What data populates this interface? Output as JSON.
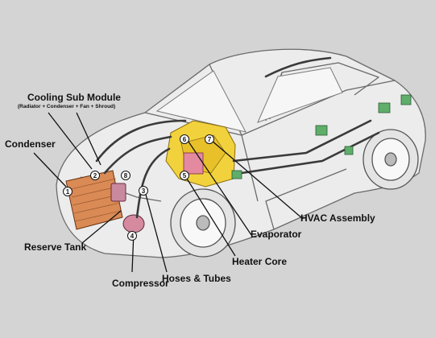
{
  "diagram": {
    "labels": {
      "cooling_sub_module": "Cooling Sub Module",
      "cooling_sub_module_detail": "(Radiator + Condenser + Fan + Shroud)",
      "condenser": "Condenser",
      "reserve_tank": "Reserve Tank",
      "compressor": "Compressor",
      "hoses_tubes": "Hoses & Tubes",
      "heater_core": "Heater Core",
      "evaporator": "Evaporator",
      "hvac_assembly": "HVAC Assembly"
    },
    "callouts": [
      "1",
      "2",
      "3",
      "4",
      "5",
      "6",
      "7",
      "8"
    ],
    "colors": {
      "background": "#d4d4d4",
      "body_outline": "#6a6a6a",
      "condenser": "#d98a55",
      "hvac_unit": "#f2d23c",
      "hoses": "#3a3a3a",
      "connectors": "#5fae6a",
      "tank": "#c98aa0"
    }
  }
}
